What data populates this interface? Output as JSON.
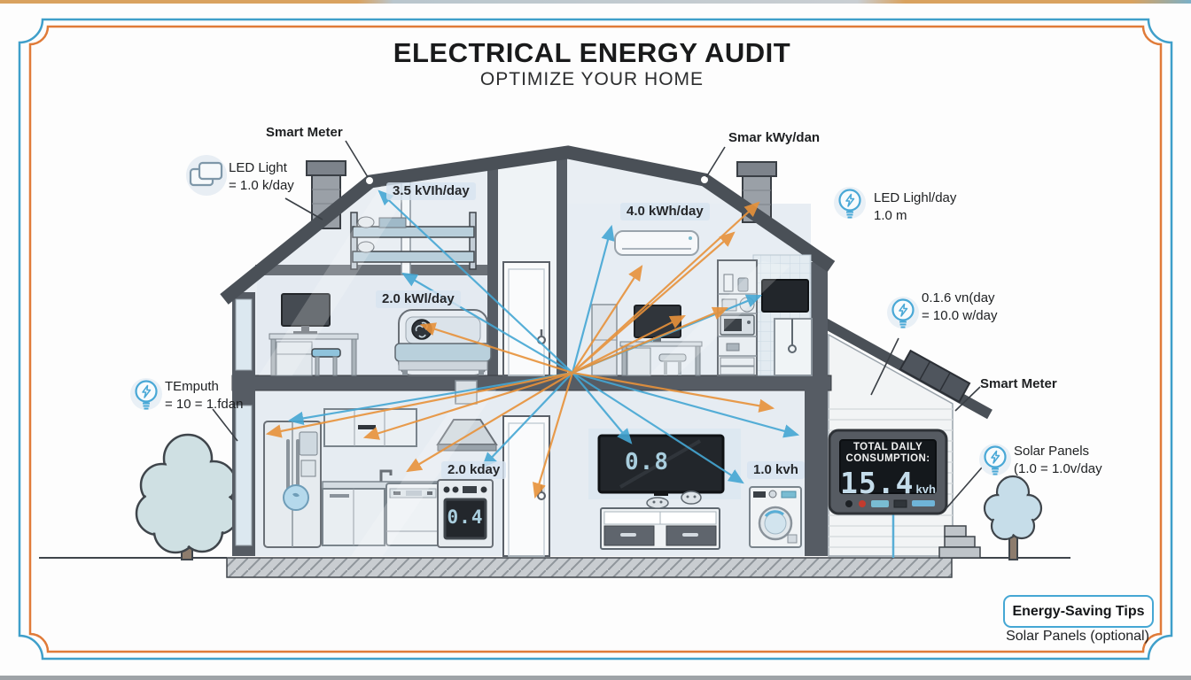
{
  "header": {
    "title": "ELECTRICAL ENERGY AUDIT",
    "subtitle": "OPTIMIZE YOUR HOME"
  },
  "annotations": {
    "smart_meter_left": "Smart Meter",
    "led_left_line1": "LED Light",
    "led_left_line2": "= 1.0 k/day",
    "kwh_bunk": "3.5 kVIh/day",
    "kwh_ac": "4.0 kWh/day",
    "smart_top_right": "Smar kWy/dan",
    "led_right_line1": "LED Lighl/day",
    "led_right_line2": "1.0 m",
    "meter_right_line1": "0.1.6 vn(day",
    "meter_right_line2": "= 10.0 w/day",
    "smart_meter_right": "Smart Meter",
    "solar_line1": "Solar Panels",
    "solar_line2": "(1.0 = 1.0v/day",
    "temputh_line1": "TEmputh",
    "temputh_line2": "= 10 = 1.fdan",
    "kwh_bed": "2.0 kWl/day",
    "kwh_oven": "2.0 kday",
    "kwh_washer": "1.0 kvh"
  },
  "displays": {
    "tv_value": "0.8",
    "oven_value": "0.4",
    "total_line1": "TOTAL DAILY",
    "total_line2": "CONSUMPTION:",
    "total_value": "15.4",
    "total_unit": "kvh"
  },
  "footer": {
    "tips_button": "Energy-Saving Tips",
    "solar_note": "Solar Panels (optional)"
  },
  "colors": {
    "arrow_blue": "#45a7d4",
    "arrow_orange": "#e8923a",
    "frame_blue": "#3f9fca",
    "frame_orange": "#e07b39"
  }
}
